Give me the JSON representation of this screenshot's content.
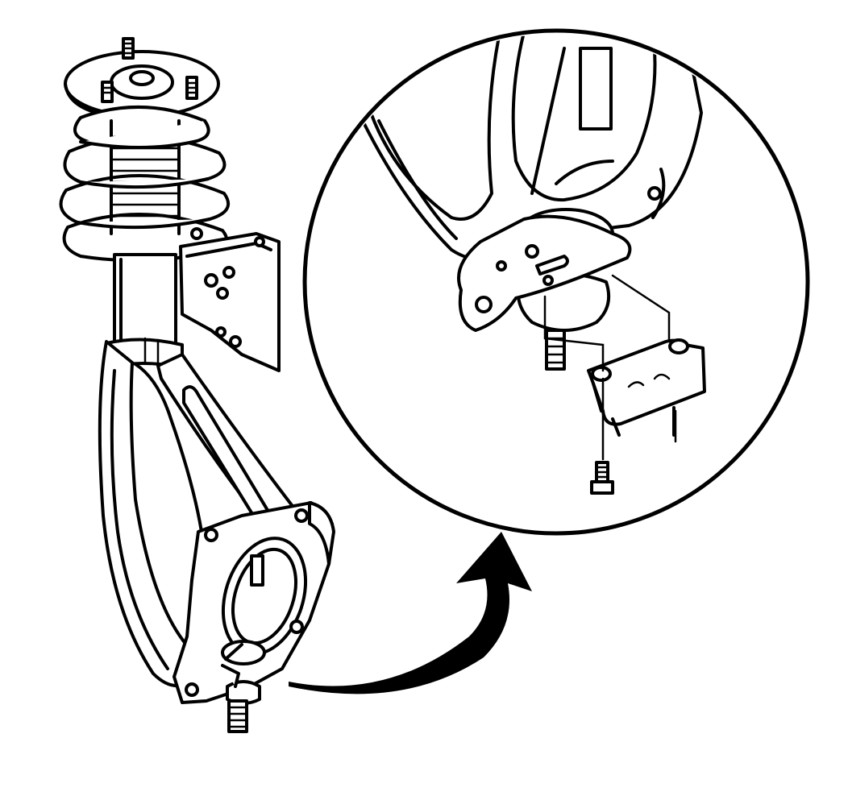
{
  "figure": {
    "background": "#ffffff",
    "ink": "#000000",
    "components": [
      {
        "id": "strut-assembly",
        "icon": "strut-coil-spring-knuckle-drawing"
      },
      {
        "id": "detail-circle",
        "icon": "magnified-ball-joint-drawing"
      },
      {
        "id": "pointer-arrow",
        "icon": "curved-arrow"
      }
    ]
  }
}
